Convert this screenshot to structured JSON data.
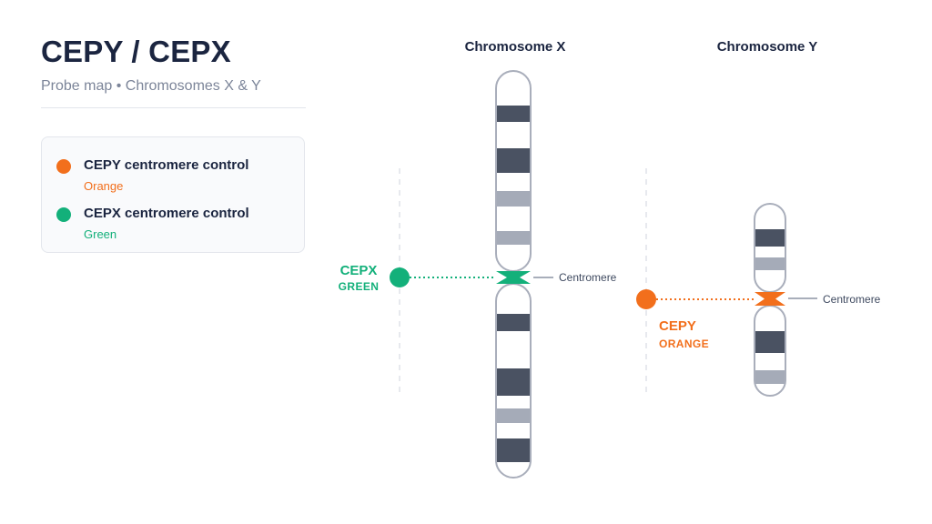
{
  "header": {
    "title": "CEPY / CEPX",
    "subtitle": "Probe map • Chromosomes X & Y"
  },
  "legend": {
    "items": [
      {
        "label": "CEPY centromere control",
        "color_name": "Orange",
        "color": "#f26f1c"
      },
      {
        "label": "CEPX centromere control",
        "color_name": "Green",
        "color": "#13b07a"
      }
    ]
  },
  "chromosomes": {
    "x": {
      "title": "Chromosome X",
      "centromere_label": "Centromere",
      "probe": {
        "name": "CEPX",
        "color_name": "GREEN",
        "color": "#13b07a"
      }
    },
    "y": {
      "title": "Chromosome Y",
      "centromere_label": "Centromere",
      "probe": {
        "name": "CEPY",
        "color_name": "ORANGE",
        "color": "#f26f1c"
      }
    }
  },
  "colors": {
    "band_dark": "#4a5262",
    "band_light": "#a5abb8",
    "outline": "#a9aebb",
    "text_dark": "#1b2540"
  }
}
